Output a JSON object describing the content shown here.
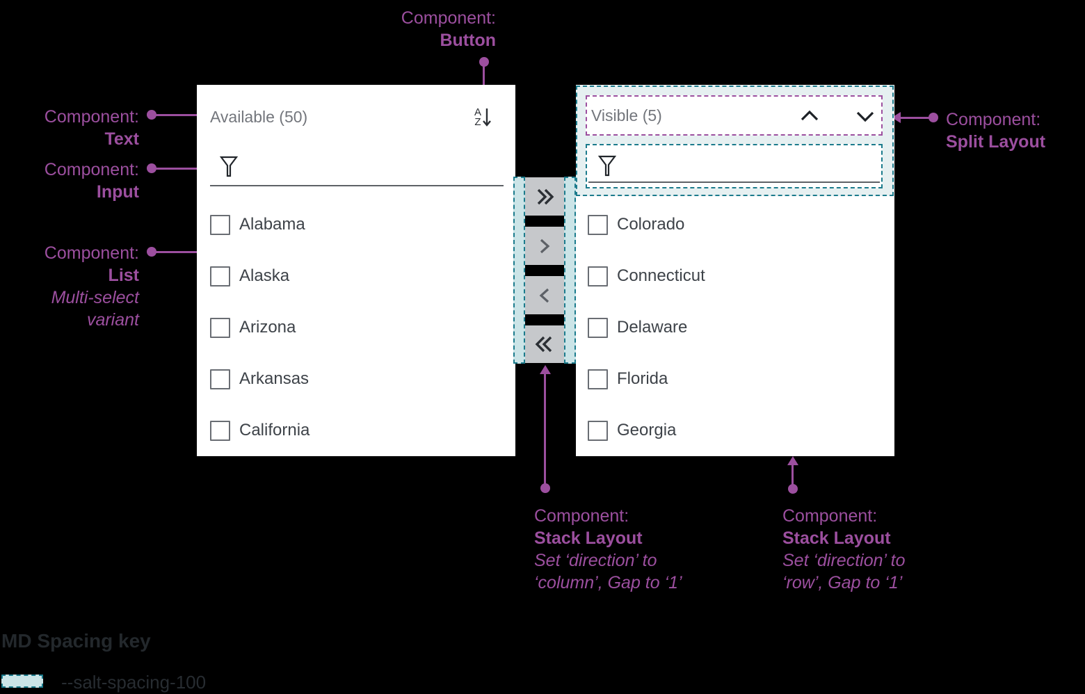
{
  "annotations": {
    "button": {
      "prefix": "Component:",
      "name": "Button"
    },
    "text": {
      "prefix": "Component:",
      "name": "Text"
    },
    "input": {
      "prefix": "Component:",
      "name": "Input"
    },
    "list": {
      "prefix": "Component:",
      "name": "List",
      "note": "Multi-select variant"
    },
    "split_layout": {
      "prefix": "Component:",
      "name": "Split Layout"
    },
    "stack_column": {
      "prefix": "Component:",
      "name": "Stack Layout",
      "note": "Set ‘direction’ to ‘column’, Gap to ‘1’"
    },
    "stack_row": {
      "prefix": "Component:",
      "name": "Stack Layout",
      "note": "Set ‘direction’ to ‘row’, Gap to ‘1’"
    }
  },
  "available_list": {
    "title": "Available (50)",
    "items": [
      "Alabama",
      "Alaska",
      "Arizona",
      "Arkansas",
      "California"
    ]
  },
  "visible_list": {
    "title": "Visible (5)",
    "items": [
      "Colorado",
      "Connecticut",
      "Delaware",
      "Florida",
      "Georgia"
    ]
  },
  "sort_icon": {
    "top": "A",
    "bottom": "Z"
  },
  "transfer": {
    "buttons": [
      {
        "icon": "double-chevron-right"
      },
      {
        "icon": "chevron-right"
      },
      {
        "icon": "chevron-left"
      },
      {
        "icon": "double-chevron-left"
      }
    ]
  },
  "spacing_key": {
    "title": "MD Spacing key",
    "token": "--salt-spacing-100"
  },
  "colors": {
    "background": "#000000",
    "annotation_purple": "#9c4f9f",
    "spacing_teal_border": "#1b7b8c",
    "spacing_teal_fill": "#cbe4e7",
    "button_gray": "#c6c8cb",
    "panel_white": "#ffffff",
    "title_gray": "#73767c",
    "item_text": "#3e4349"
  }
}
